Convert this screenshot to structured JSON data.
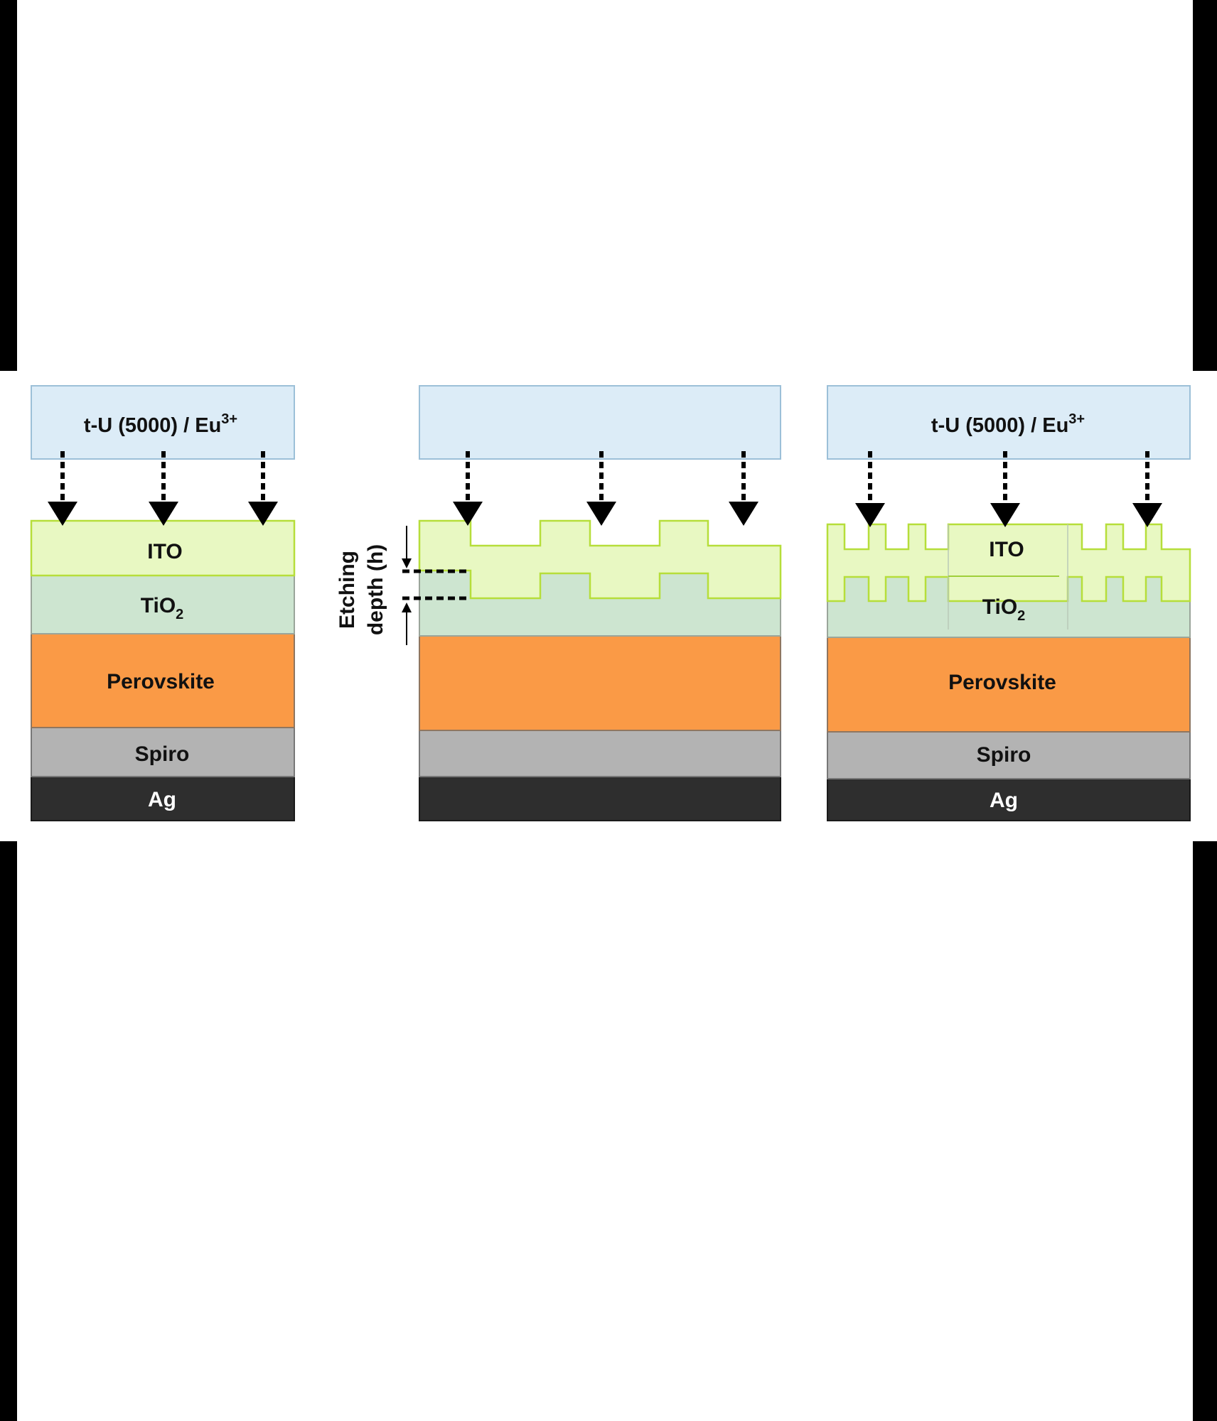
{
  "colors": {
    "background": "#000000",
    "canvas": "#ffffff",
    "source_box": "#dcecf7",
    "source_border": "#9cc0d8",
    "ito": "#e8f8c2",
    "ito_border": "#b6de3a",
    "tio2": "#cde5d0",
    "perovskite": "#fa9a46",
    "spiro": "#b3b3b3",
    "ag": "#2e2e2e",
    "arrow": "#000000"
  },
  "panels": [
    {
      "source_label": "t-U (5000) / Eu",
      "source_sup": "3+",
      "layers": {
        "ito": "ITO",
        "tio2_main": "TiO",
        "tio2_sub": "2",
        "perovskite": "Perovskite",
        "spiro": "Spiro",
        "ag": "Ag"
      }
    },
    {
      "source_label": "",
      "source_sup": "",
      "layers": {
        "ito": "",
        "tio2_main": "",
        "tio2_sub": "",
        "perovskite": "",
        "spiro": "",
        "ag": ""
      }
    },
    {
      "source_label": "t-U (5000) / Eu",
      "source_sup": "3+",
      "layers": {
        "ito": "ITO",
        "tio2_main": "TiO",
        "tio2_sub": "2",
        "perovskite": "Perovskite",
        "spiro": "Spiro",
        "ag": "Ag"
      }
    }
  ],
  "etching": {
    "line1": "Etching",
    "line2": "depth (h)"
  },
  "icons": {
    "beam": "dotted-down-arrow-icon",
    "depth_marker": "small-arrow-icon"
  }
}
